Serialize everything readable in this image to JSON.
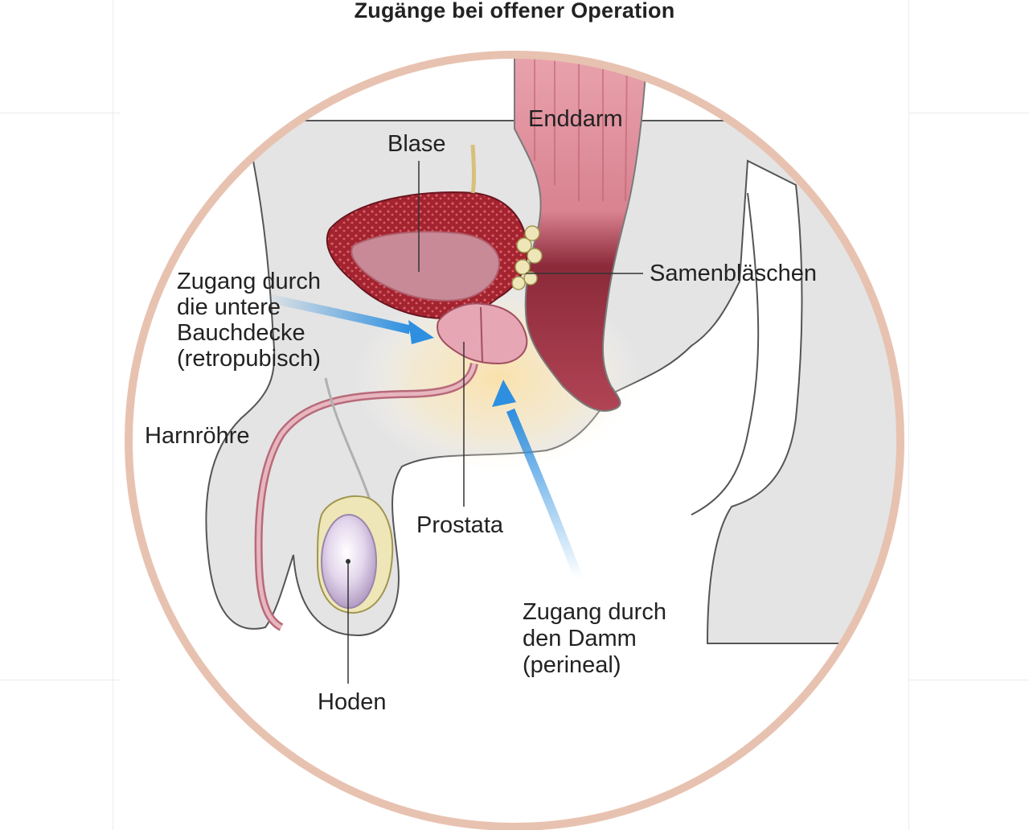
{
  "title": "Zugänge bei offener Operation",
  "labels": {
    "enddarm": "Enddarm",
    "blase": "Blase",
    "samenblaeschen": "Samenbläschen",
    "harnroehre": "Harnröhre",
    "prostata": "Prostata",
    "hoden": "Hoden",
    "approach_abdominal": [
      "Zugang durch",
      "die untere",
      "Bauchdecke",
      "(retropubisch)"
    ],
    "approach_perineal": [
      "Zugang durch",
      "den Damm",
      "(perineal)"
    ]
  },
  "colors": {
    "ring": "#e8c2b0",
    "body": "#e4e4e4",
    "body_outline": "#555555",
    "bladder_wall": "#a0242e",
    "bladder_inner": "#c98a98",
    "prostate": "#e6a6b4",
    "rectum": "#d97a88",
    "arrow": "#2e8fe0",
    "glow": "#fbe6b8",
    "testis": "#d9cde4",
    "epididymis": "#efe6b8"
  }
}
